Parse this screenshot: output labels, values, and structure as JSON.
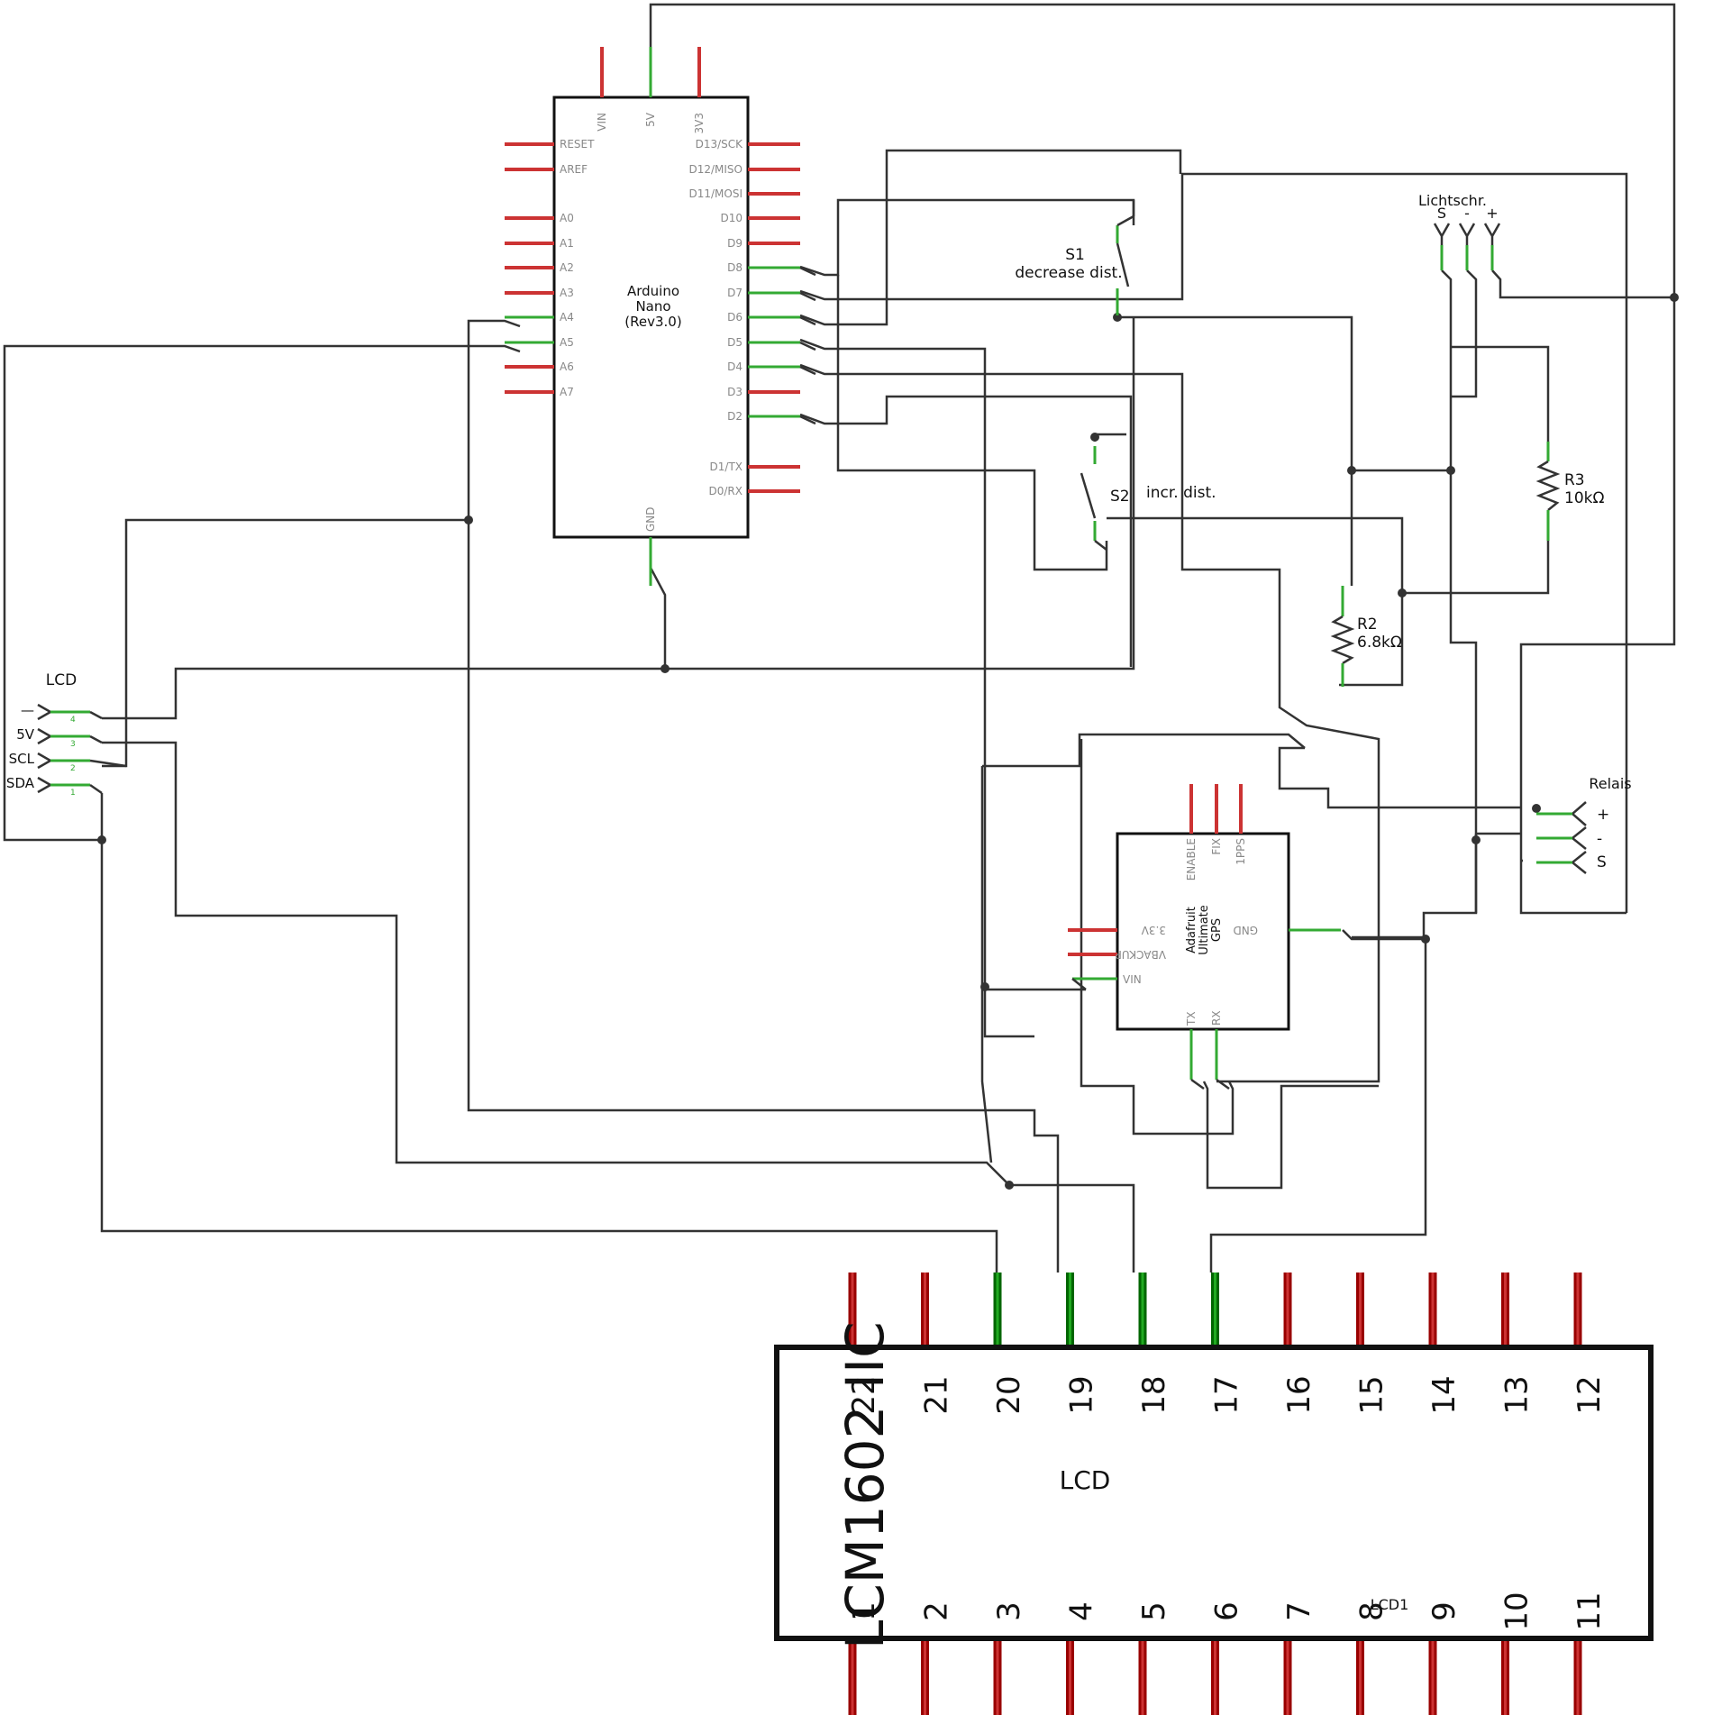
{
  "arduino": {
    "name_line1": "Arduino",
    "name_line2": "Nano",
    "name_line3": "(Rev3.0)",
    "top_pins": [
      "VIN",
      "5V",
      "3V3"
    ],
    "left_pins": [
      "RESET",
      "AREF",
      "A0",
      "A1",
      "A2",
      "A3",
      "A4",
      "A5",
      "A6",
      "A7"
    ],
    "right_pins": [
      "D13/SCK",
      "D12/MISO",
      "D11/MOSI",
      "D10",
      "D9",
      "D8",
      "D7",
      "D6",
      "D5",
      "D4",
      "D3",
      "D2",
      "D1/TX",
      "D0/RX"
    ],
    "bottom_pin": "GND"
  },
  "switch_s1": {
    "name": "S1",
    "desc": "decrease dist."
  },
  "switch_s2": {
    "name": "S2",
    "desc": "incr. dist."
  },
  "sensor": {
    "name": "Lichtschr.",
    "pins": [
      "S",
      "-",
      "+"
    ]
  },
  "r2": {
    "name": "R2",
    "value": "6.8kΩ"
  },
  "r3": {
    "name": "R3",
    "value": "10kΩ"
  },
  "relay": {
    "name": "Relais",
    "pins": [
      "+",
      "-",
      "S"
    ]
  },
  "lcd_connector": {
    "name": "LCD",
    "pins": [
      "—",
      "5V",
      "SCL",
      "SDA"
    ],
    "pin_numbers": [
      "4",
      "3",
      "2",
      "1"
    ]
  },
  "gps": {
    "name_line1": "Adafruit",
    "name_line2": "Ultimate",
    "name_line3": "GPS",
    "top_pins": [
      "ENABLE",
      "FIX",
      "1PPS"
    ],
    "left_pins": [
      "3.3V",
      "VBACKUP",
      "VIN"
    ],
    "right_pin": "GND",
    "bottom_pins": [
      "TX",
      "RX"
    ]
  },
  "lcd_module": {
    "title": "LCM1602 IIC",
    "label": "LCD",
    "ref": "LCD1",
    "top_numbers": [
      "22",
      "21",
      "20",
      "19",
      "18",
      "17",
      "16",
      "15",
      "14",
      "13",
      "12"
    ],
    "bottom_numbers": [
      "1",
      "2",
      "3",
      "4",
      "5",
      "6",
      "7",
      "8",
      "9",
      "10",
      "11"
    ]
  },
  "colors": {
    "wire": "#333333",
    "unconnected_pin": "#cc3333",
    "connected_pin": "#33aa33"
  }
}
